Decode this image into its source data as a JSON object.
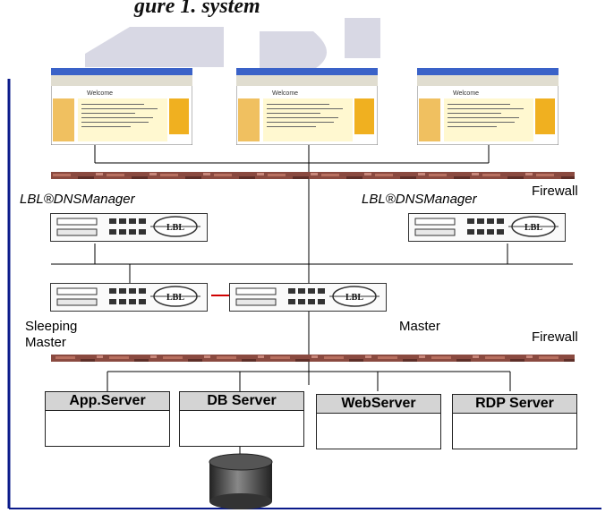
{
  "title_partial": "gure 1.  system",
  "labels": {
    "dnsmanager_left": "LBL®DNSManager",
    "dnsmanager_right": "LBL®DNSManager",
    "firewall_top": "Firewall",
    "firewall_bottom": "Firewall",
    "sleeping_master": "Sleeping\nMaster",
    "master": "Master"
  },
  "servers": [
    {
      "name": "App.Server"
    },
    {
      "name": "DB Server"
    },
    {
      "name": "WebServer"
    },
    {
      "name": "RDP Server"
    }
  ],
  "device_logo": "LBL",
  "browser_text": "Welcome",
  "colors": {
    "frame_blue": "#0a1a8a",
    "firewall_brick": "#8a4a40",
    "heartbeat_red": "#d00000",
    "server_header": "#d4d4d4",
    "watermark": "#c8c8d8",
    "database": "#444444"
  }
}
